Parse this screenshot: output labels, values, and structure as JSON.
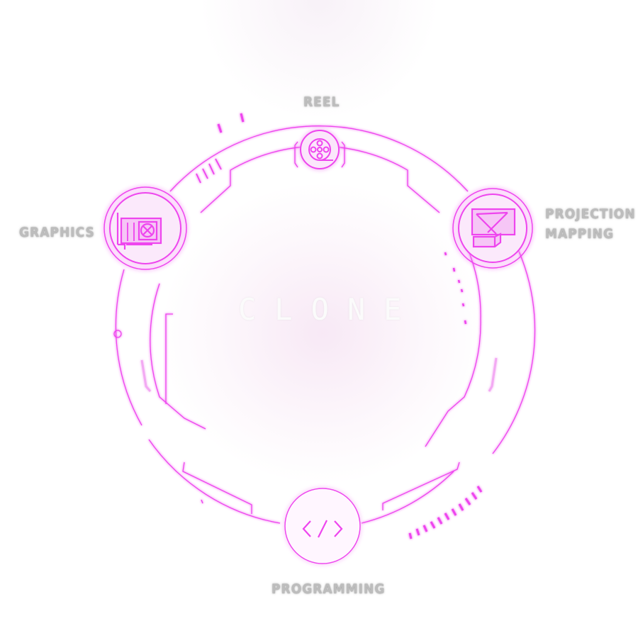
{
  "brand": {
    "title": "CLONE",
    "subtitle": ""
  },
  "menu": {
    "reel": {
      "label": "REEL",
      "icon": "film-reel-icon"
    },
    "graphics": {
      "label": "GRAPHICS",
      "icon": "graphics-card-icon"
    },
    "projection": {
      "label": "PROJECTION MAPPING",
      "line1": "PROJECTION",
      "line2": "MAPPING",
      "icon": "projector-icon"
    },
    "programming": {
      "label": "PROGRAMMING",
      "icon": "code-icon"
    }
  },
  "colors": {
    "accent": "#ee44ee",
    "label": "#bdbdbd",
    "background": "#ffffff"
  }
}
